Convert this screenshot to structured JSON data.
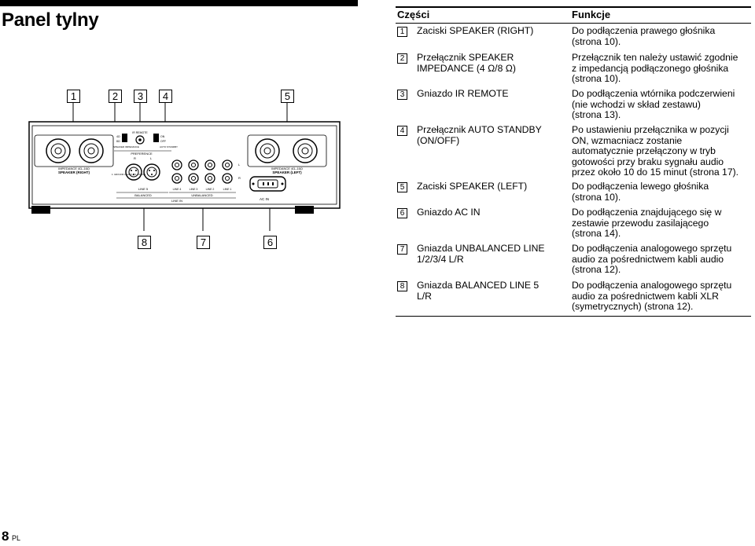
{
  "page": {
    "title": "Panel tylny",
    "page_number": "8",
    "page_suffix": "PL"
  },
  "table": {
    "header_parts": "Części",
    "header_functions": "Funkcje",
    "rows": [
      {
        "num": "1",
        "part": "Zaciski SPEAKER (RIGHT)",
        "func": "Do podłączenia prawego głośnika\n(strona 10)."
      },
      {
        "num": "2",
        "part": "Przełącznik SPEAKER\nIMPEDANCE (4 Ω/8 Ω)",
        "func": "Przełącznik ten należy ustawić zgodnie\nz impedancją podłączonego głośnika\n(strona 10)."
      },
      {
        "num": "3",
        "part": "Gniazdo IR REMOTE",
        "func": "Do podłączenia wtórnika podczerwieni\n(nie wchodzi w skład zestawu)\n(strona 13)."
      },
      {
        "num": "4",
        "part": "Przełącznik AUTO STANDBY\n(ON/OFF)",
        "func": "Po ustawieniu przełącznika w pozycji\nON, wzmacniacz zostanie\nautomatycznie przełączony w tryb\ngotowości przy braku sygnału audio\nprzez około 10 do 15 minut (strona 17)."
      },
      {
        "num": "5",
        "part": "Zaciski SPEAKER (LEFT)",
        "func": "Do podłączenia lewego głośnika\n(strona 10)."
      },
      {
        "num": "6",
        "part": "Gniazdo AC IN",
        "func": "Do podłączenia znajdującego się w\nzestawie przewodu zasilającego\n(strona 14)."
      },
      {
        "num": "7",
        "part": "Gniazda UNBALANCED LINE\n1/2/3/4 L/R",
        "func": "Do podłączenia analogowego sprzętu\naudio za pośrednictwem kabli audio\n(strona 12)."
      },
      {
        "num": "8",
        "part": "Gniazda BALANCED LINE 5\nL/R",
        "func": "Do podłączenia analogowego sprzętu\naudio za pośrednictwem kabli XLR\n(symetrycznych) (strona 12)."
      }
    ]
  },
  "diagram": {
    "callouts_top": [
      "1",
      "2",
      "3",
      "4",
      "5"
    ],
    "callouts_bottom": [
      "8",
      "7",
      "6"
    ],
    "labels": {
      "speaker_right": "SPEAKER (RIGHT)",
      "speaker_left": "SPEAKER (LEFT)",
      "speaker_imp_r": "IMPEDANCE 4Ω–16Ω",
      "speaker_imp_l": "IMPEDANCE 4Ω–16Ω",
      "ir_remote": "IR REMOTE",
      "imp_4": "4Ω",
      "imp_8": "8Ω",
      "speaker_impedance": "SPEAKER IMPEDANCE",
      "on": "ON",
      "off": "OFF",
      "auto_standby": "AUTO STANDBY",
      "preference": "PREFERENCE",
      "r": "R",
      "l": "L",
      "xlr_pins": "1: GROUND 2: HOT(+) 3: COLD(-)",
      "line5": "LINE 5",
      "balanced": "BALANCED",
      "line4": "LINE 4",
      "line3": "LINE 3",
      "line2": "LINE 2",
      "line1": "LINE 1",
      "unbalanced": "UNBALANCED",
      "line_in": "LINE IN",
      "ac_in": "AC IN"
    }
  }
}
